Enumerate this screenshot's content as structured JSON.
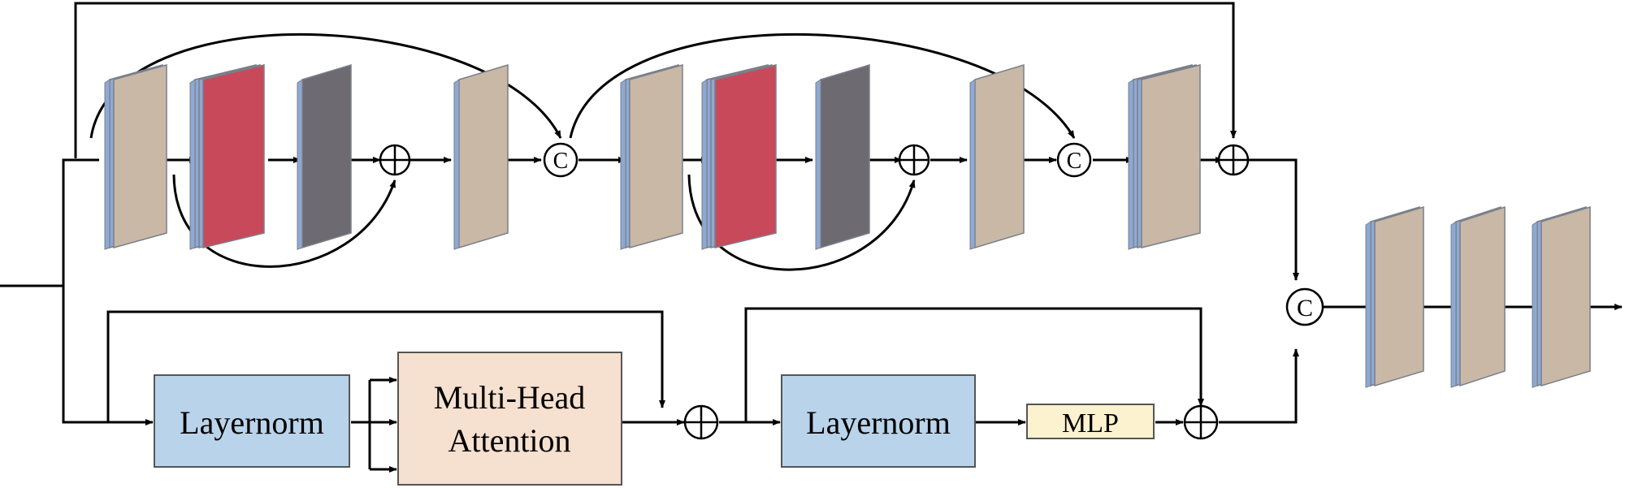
{
  "colors": {
    "feature_map_tan": "#c9b8a6",
    "feature_map_red": "#c84a5a",
    "feature_map_dark": "#6e6a72",
    "feature_map_blue_edge": "#8ea9d2",
    "layernorm_fill": "#b9d4ea",
    "attention_fill": "#f6e0cf",
    "mlp_fill": "#fdf2cf",
    "line": "#000000"
  },
  "labels": {
    "layernorm_1": "Layernorm",
    "attention_line1": "Multi-Head",
    "attention_line2": "Attention",
    "layernorm_2": "Layernorm",
    "mlp": "MLP",
    "concat_symbol": "C"
  }
}
